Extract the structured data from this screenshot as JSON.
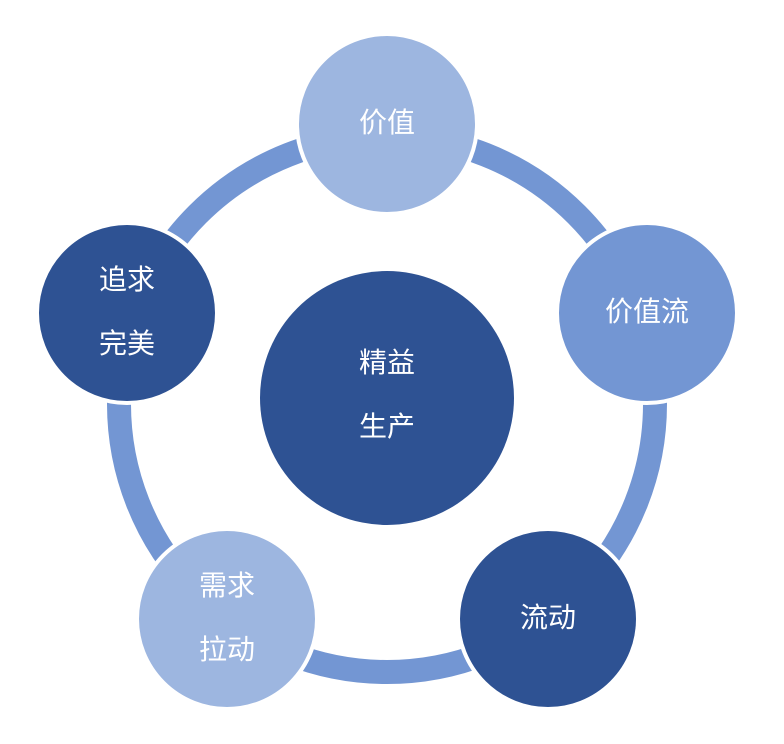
{
  "diagram": {
    "center": {
      "lines": [
        "精益",
        "生产"
      ],
      "color": "#2e5293"
    },
    "ring_color": "#7396d3",
    "nodes": [
      {
        "id": "value",
        "lines": [
          "价值"
        ],
        "color": "#9db6e0"
      },
      {
        "id": "value-stream",
        "lines": [
          "价值流"
        ],
        "color": "#7396d3"
      },
      {
        "id": "flow",
        "lines": [
          "流动"
        ],
        "color": "#2e5293"
      },
      {
        "id": "pull",
        "lines": [
          "需求",
          "拉动"
        ],
        "color": "#9db6e0"
      },
      {
        "id": "perfection",
        "lines": [
          "追求",
          "完美"
        ],
        "color": "#2e5293"
      }
    ]
  }
}
